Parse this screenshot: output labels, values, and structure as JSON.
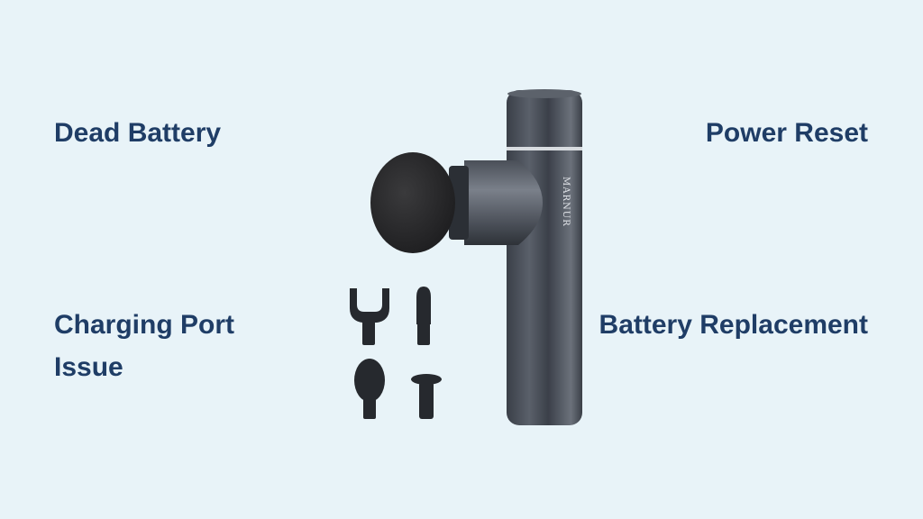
{
  "labels": {
    "top_left": "Dead Battery",
    "top_right": "Power Reset",
    "bottom_left_line1": "Charging Port",
    "bottom_left_line2": "Issue",
    "bottom_right": "Battery Replacement"
  },
  "product": {
    "brand": "MARNUR"
  },
  "colors": {
    "background": "#e8f3f8",
    "text": "#1f3d66"
  }
}
